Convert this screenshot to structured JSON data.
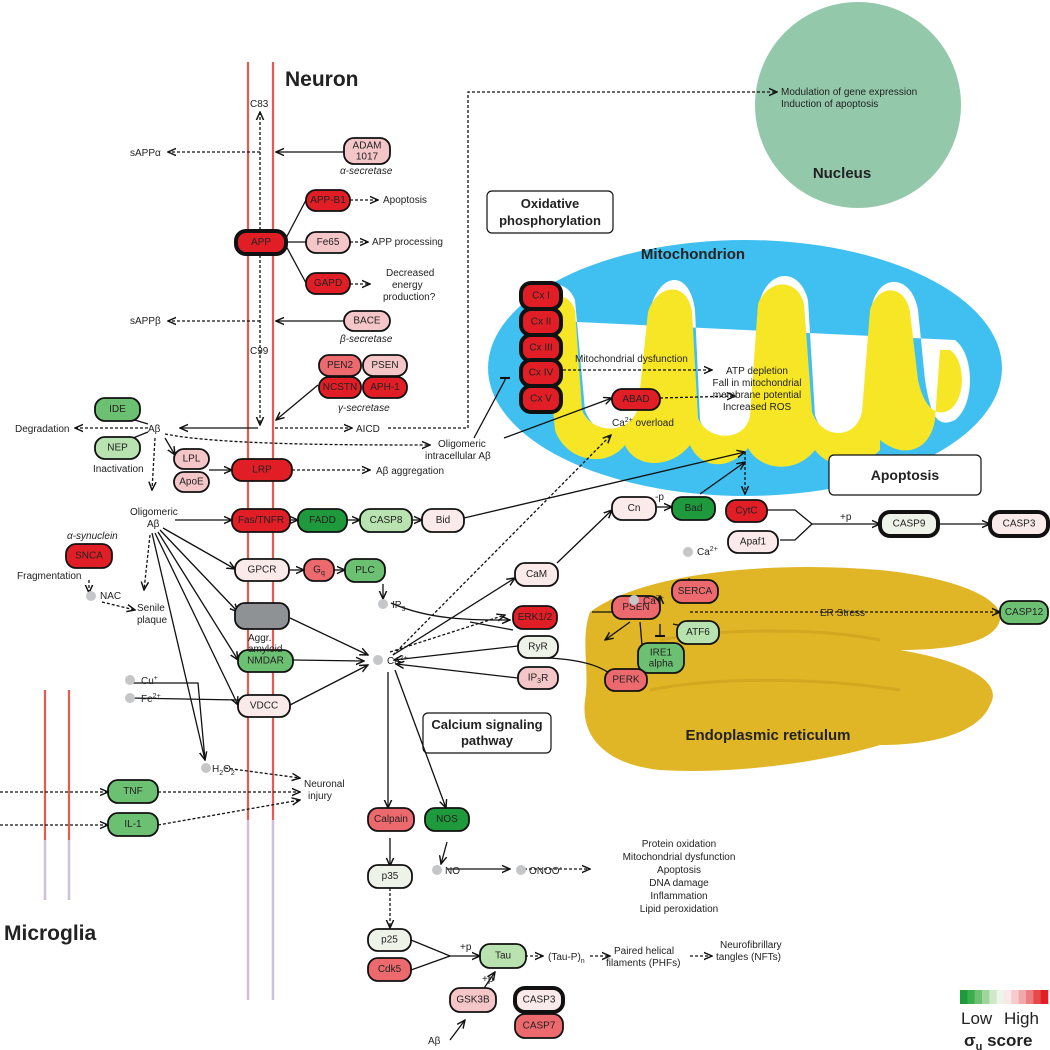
{
  "titles": {
    "neuron": "Neuron",
    "microglia": "Microglia",
    "nucleus": "Nucleus",
    "mitochondrion": "Mitochondrion",
    "er": "Endoplasmic reticulum",
    "oxphos_line1": "Oxidative",
    "oxphos_line2": "phosphorylation",
    "apoptosis": "Apoptosis",
    "calcium_line1": "Calcium signaling",
    "calcium_line2": "pathway"
  },
  "nodes": {
    "adam_1": "ADAM",
    "adam_2": "1017",
    "app_b1": "APP-B1",
    "app": "APP",
    "fe65": "Fe65",
    "gapd": "GAPD",
    "bace": "BACE",
    "pen2": "PEN2",
    "psen_g": "PSEN",
    "ncstn": "NCSTN",
    "aph1": "APH-1",
    "ide": "IDE",
    "nep": "NEP",
    "lpl": "LPL",
    "apoe": "ApoE",
    "lrp": "LRP",
    "snca": "SNCA",
    "fas": "Fas/TNFR",
    "fadd": "FADD",
    "casp8": "CASP8",
    "bid": "Bid",
    "gpcr": "GPCR",
    "gq": "G",
    "gq_sub": "q",
    "plc": "PLC",
    "nmdar": "NMDAR",
    "vdcc": "VDCC",
    "tnf": "TNF",
    "il1": "IL-1",
    "cx1": "Cx I",
    "cx2": "Cx II",
    "cx3": "Cx III",
    "cx4": "Cx IV",
    "cx5": "Cx V",
    "abad": "ABAD",
    "cn": "Cn",
    "bad": "Bad",
    "cytc": "CytC",
    "apaf1": "Apaf1",
    "casp9": "CASP9",
    "casp3_top": "CASP3",
    "cam": "CaM",
    "erk": "ERK1/2",
    "psen_er": "PSEN",
    "serca": "SERCA",
    "casp12": "CASP12",
    "ryr": "RyR",
    "atf6": "ATF6",
    "ip3r": "IP",
    "ip3r_sub": "3",
    "ip3r_tail": "R",
    "ire1_1": "IRE1",
    "ire1_2": "alpha",
    "perk": "PERK",
    "calpain": "Calpain",
    "nos": "NOS",
    "p35": "p35",
    "p25": "p25",
    "cdk5": "Cdk5",
    "tau": "Tau",
    "gsk3b": "GSK3B",
    "casp3_bot": "CASP3",
    "casp7": "CASP7"
  },
  "labels": {
    "c83": "C83",
    "c99": "C99",
    "sappa": "sAPPα",
    "sappb": "sAPPβ",
    "alpha_secretase": "α-secretase",
    "beta_secretase": "β-secretase",
    "gamma_secretase": "γ-secretase",
    "apoptosis_small": "Apoptosis",
    "app_processing": "APP processing",
    "decreased_1": "Decreased",
    "decreased_2": "energy",
    "decreased_3": "production?",
    "gene_1": "Modulation of gene expression",
    "gene_2": "Induction of apoptosis",
    "degradation": "Degradation",
    "abeta": "Aβ",
    "aicd": "AICD",
    "inactivation": "Inactivation",
    "oligo_intra_1": "Oligomeric",
    "oligo_intra_2": "intracellular Aβ",
    "abeta_aggregation": "Aβ aggregation",
    "oligo_1": "Oligomeric",
    "oligo_2": "Aβ",
    "alpha_synuclein": "α-synuclein",
    "fragmentation": "Fragmentation",
    "nac": "NAC",
    "senile_1": "Senile",
    "senile_2": "plaque",
    "aggr_1": "Aggr.",
    "aggr_2": "amyloid",
    "cu": "Cu",
    "cu_sup": "+",
    "fe": "Fe",
    "fe_sup": "2+",
    "h2o2_h": "H",
    "h2o2_2": "2",
    "h2o2_o": "O",
    "neuronal_1": "Neuronal",
    "neuronal_2": "injury",
    "mito_dysfunction": "Mitochondrial dysfunction",
    "atp_1": "ATP depletion",
    "atp_2": "Fall in mitochondrial",
    "atp_3": "membrane potential",
    "atp_4": "Increased ROS",
    "ca_overload": "Ca",
    "overload_tail": " overload",
    "two_plus": "2+",
    "minus_p": "-p",
    "plus_p": "+p",
    "ca": "Ca",
    "ip3": "IP",
    "ip3_sub": "3",
    "er_stress": "ER Stress",
    "no": "NO",
    "onoo": "ONOO",
    "onoo_sup": "-",
    "effect_1": "Protein oxidation",
    "effect_2": "Mitochondrial dysfunction",
    "effect_3": "Apoptosis",
    "effect_4": "DNA damage",
    "effect_5": "Inflammation",
    "effect_6": "Lipid peroxidation",
    "taup": "(Tau-P)",
    "taup_sub": "n",
    "phf_1": "Paired helical",
    "phf_2": "filaments (PHFs)",
    "nft_1": "Neurofibrillary",
    "nft_2": "tangles (NFTs)",
    "abeta_bottom": "Aβ"
  },
  "legend": {
    "low": "Low",
    "high": "High",
    "score_sigma": "σ",
    "score_sub": "u",
    "score_word": " score",
    "colors": [
      "#1e9a3c",
      "#3aad4d",
      "#6cc071",
      "#9fd49a",
      "#cfe8c8",
      "#eef4ea",
      "#f8e8e8",
      "#f5cccd",
      "#f0a8aa",
      "#ec7e81",
      "#e6484c",
      "#e11e26"
    ]
  },
  "colors": {
    "high": "#e11e26",
    "mid_high": "#ec6a6e",
    "light_red": "#f5c6c7",
    "pale": "#fbeaea",
    "neutral": "#eef3ea",
    "light_green": "#b9e2b1",
    "mid_green": "#6cc071",
    "green": "#1e9a3c",
    "gray": "#8f9295",
    "nucleus": "#93c9aa",
    "mito_outer": "#40c0f0",
    "mito_inner": "#f7e626",
    "er": "#e0b627",
    "membrane": "#e55c4d"
  }
}
